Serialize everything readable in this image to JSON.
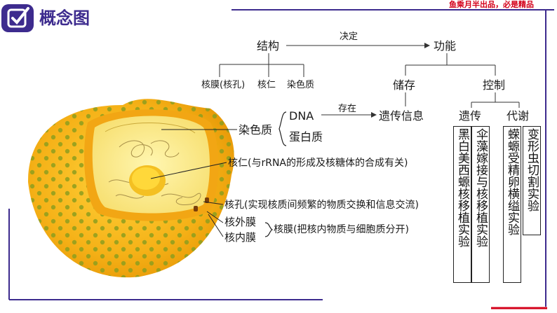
{
  "header": {
    "title": "概念图",
    "slogan": "鱼乘月半出品，必是精品",
    "accent_color": "#3d2b8e",
    "slogan_color": "#d4001a"
  },
  "concept_map": {
    "structure": "结构",
    "decides": "决定",
    "function": "功能",
    "components": {
      "membrane_pore": "核膜(核孔)",
      "nucleolus": "核仁",
      "chromatin": "染色质"
    },
    "storage": "储存",
    "control": "控制",
    "exists_in": "存在",
    "genetic_info": "遗传信息",
    "heredity": "遗传",
    "metabolism": "代谢",
    "chromatin_parts": {
      "dna": "DNA",
      "protein": "蛋白质"
    },
    "experiments": [
      "黑白美西螈核移植实验",
      "伞藻嫁接与核移植实验",
      "蝾螈受精卵横缢实验",
      "变形虫切割实验"
    ]
  },
  "cell_labels": {
    "chromatin": "染色质",
    "nucleolus": "核仁(与rRNA的形成及核糖体的合成有关)",
    "pore": "核孔(实现核质间频繁的物质交换和信息交流)",
    "outer_membrane": "核外膜",
    "inner_membrane": "核内膜",
    "envelope": "核膜(把核内物质与细胞质分开)"
  }
}
